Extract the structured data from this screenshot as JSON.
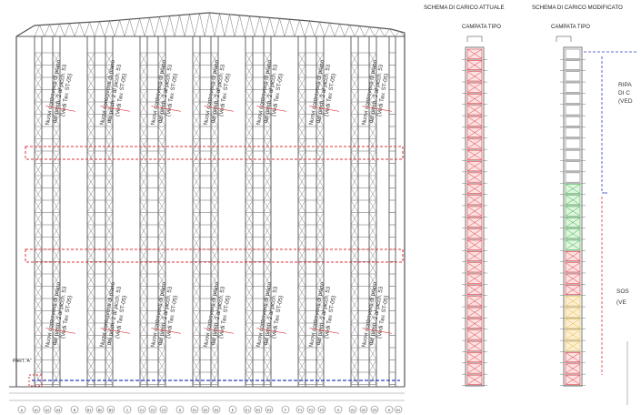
{
  "elevation": {
    "note_line1": "Nuovi controventi di piano",
    "note_line2": "dal picch. 2 al picch. 53",
    "note_line3": "(Vedi Tav. ST-05)",
    "detail_label": "PART.\"A\"",
    "axis_labels": [
      "A",
      "A1",
      "A2",
      "A3",
      "B",
      "B1",
      "B2",
      "B3",
      "C",
      "C1",
      "C2",
      "C3",
      "D",
      "D1",
      "D2",
      "D3",
      "E",
      "E1",
      "E2",
      "E3",
      "F",
      "F1",
      "F2",
      "F3",
      "G",
      "G1",
      "G2",
      "G3",
      "H",
      "H1",
      "H2",
      "H3"
    ]
  },
  "scheme_current": {
    "title": "SCHEMA DI CARICO ATTUALE",
    "subtitle": "CAMPATA TIPO"
  },
  "scheme_modified": {
    "title": "SCHEMA DI CARICO MODIFICATO",
    "subtitle": "CAMPATA TIPO",
    "side_note_top": [
      "RIPA",
      "DI C",
      "(VED"
    ],
    "side_note_bottom": [
      "SOS",
      "(VE"
    ]
  },
  "colors": {
    "steel": "#555555",
    "red_hatch": "#e0333a",
    "green_load": "#3cb043",
    "yellow_load": "#e8b53a",
    "blue_dim": "#2b3fbf"
  }
}
